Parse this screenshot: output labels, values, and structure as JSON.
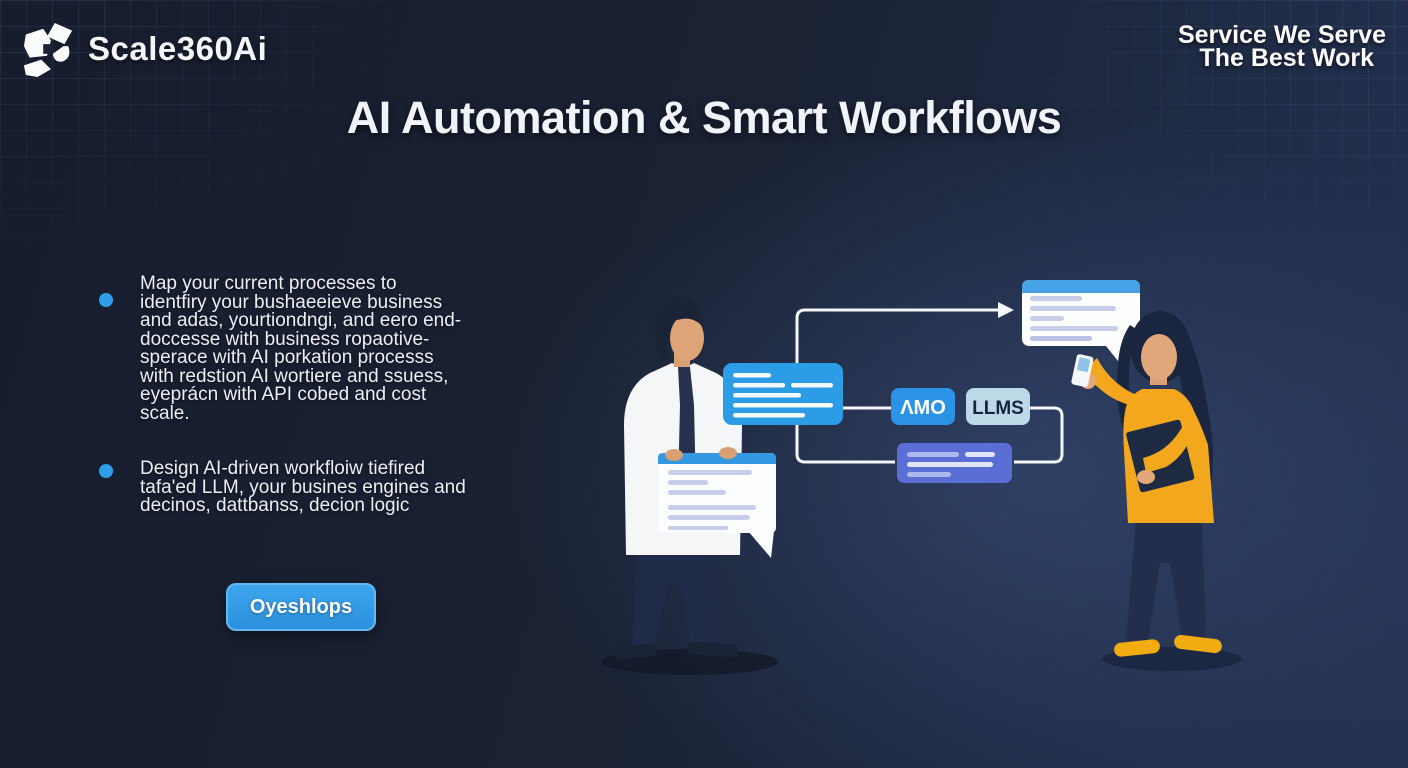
{
  "header": {
    "logo_text": "Scale360Ai",
    "tagline_line1": "Service We Serve",
    "tagline_line2": "The Best Work"
  },
  "title": "AI Automation & Smart Workflows",
  "bullets": [
    {
      "lines": [
        "Map your current processes to",
        "identfiry your bushaeeieve business",
        "and adas, yourtiondngi, and eero end-",
        "doccesse with business ropaotive-",
        "sperace with AI porkation processs",
        "with redstion AI wortiere and ssuess,",
        "eyeprácn with API cobed and cost",
        "scale."
      ]
    },
    {
      "lines": [
        "Design AI-driven workfloiw tiefired",
        "tafa'ed LLM, your busines engines and",
        "decinos, dattbanss, decion logic"
      ]
    }
  ],
  "cta": {
    "label": "Oyeshlops"
  },
  "diagram": {
    "node_amo": "ΛMO",
    "node_llms": "LLMS"
  },
  "colors": {
    "accent_blue": "#2f9ce8",
    "bullet_dot": "#2f9ee9",
    "node_amo_bg": "#2b93e6",
    "node_llms_bg": "#bdd9e7",
    "node_purple_bg": "#5a6ed5",
    "background_dark": "#1a2234",
    "background_light": "#243253",
    "woman_shirt": "#f2a71c",
    "shoe_yellow": "#f3ab12"
  }
}
